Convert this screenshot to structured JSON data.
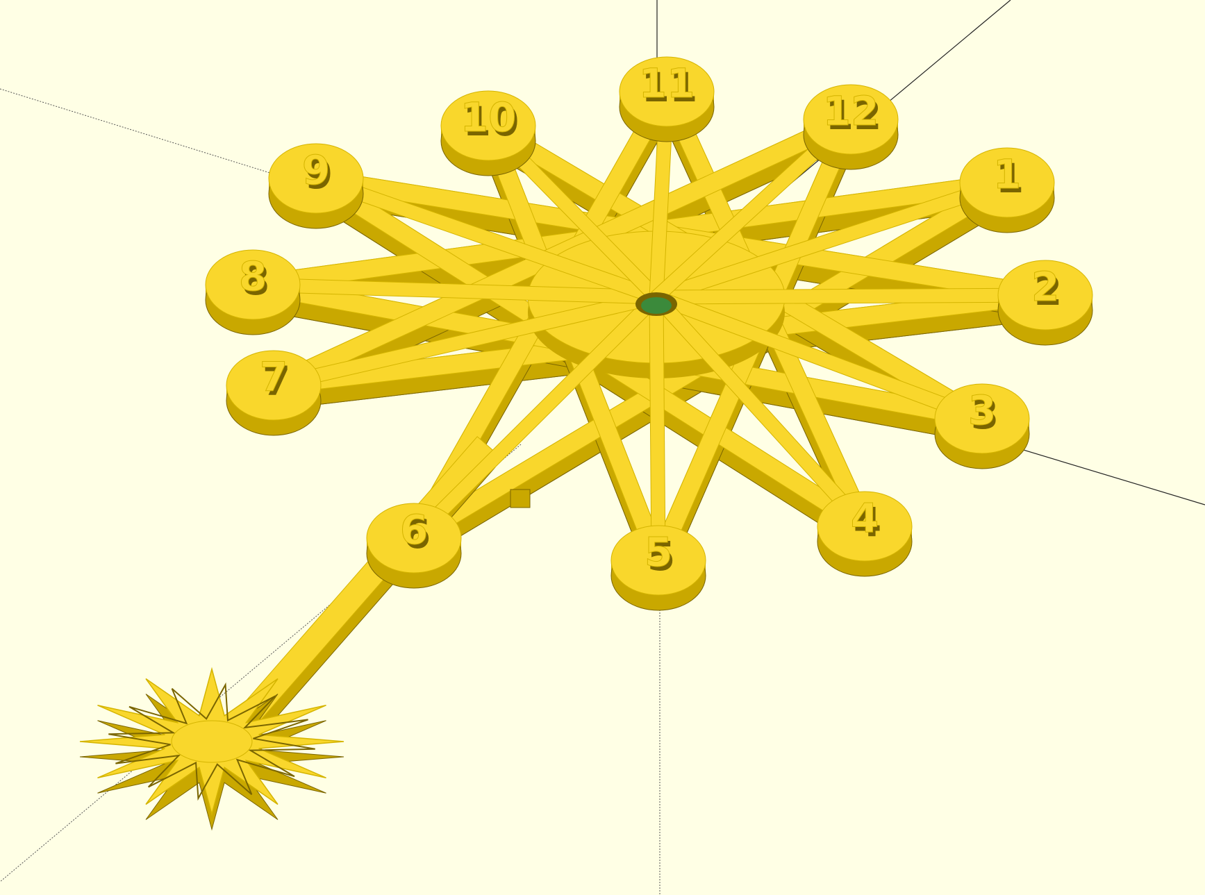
{
  "viewer": {
    "background": "#ffffe5",
    "model_fill": "#f9d72c",
    "model_side": "#c9a800",
    "model_dark": "#7a6500",
    "model_outline": "#d4b400",
    "axis_color": "#222222",
    "hole_color": "#3b8a3b"
  },
  "dial": {
    "labels": [
      "1",
      "2",
      "3",
      "4",
      "5",
      "6",
      "7",
      "8",
      "9",
      "10",
      "11",
      "12"
    ]
  }
}
